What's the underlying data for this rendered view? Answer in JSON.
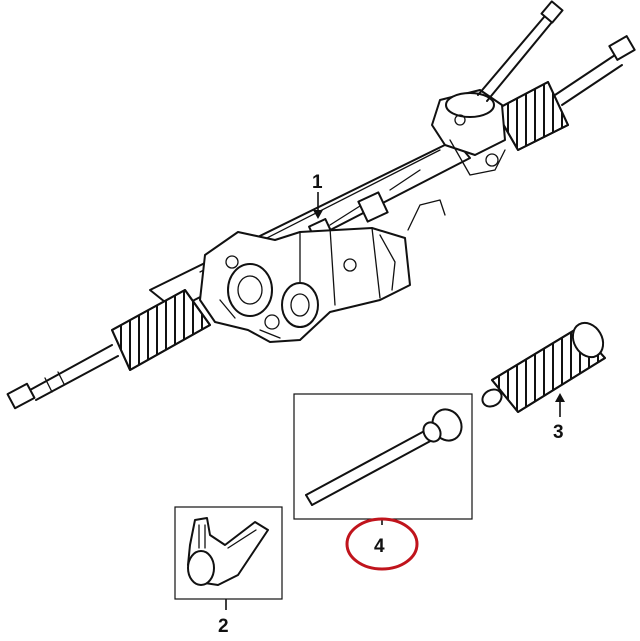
{
  "callouts": [
    {
      "id": "1",
      "label": "1"
    },
    {
      "id": "2",
      "label": "2"
    },
    {
      "id": "3",
      "label": "3"
    },
    {
      "id": "4",
      "label": "4"
    }
  ],
  "highlight": {
    "target": "4",
    "color": "#c0141c"
  }
}
